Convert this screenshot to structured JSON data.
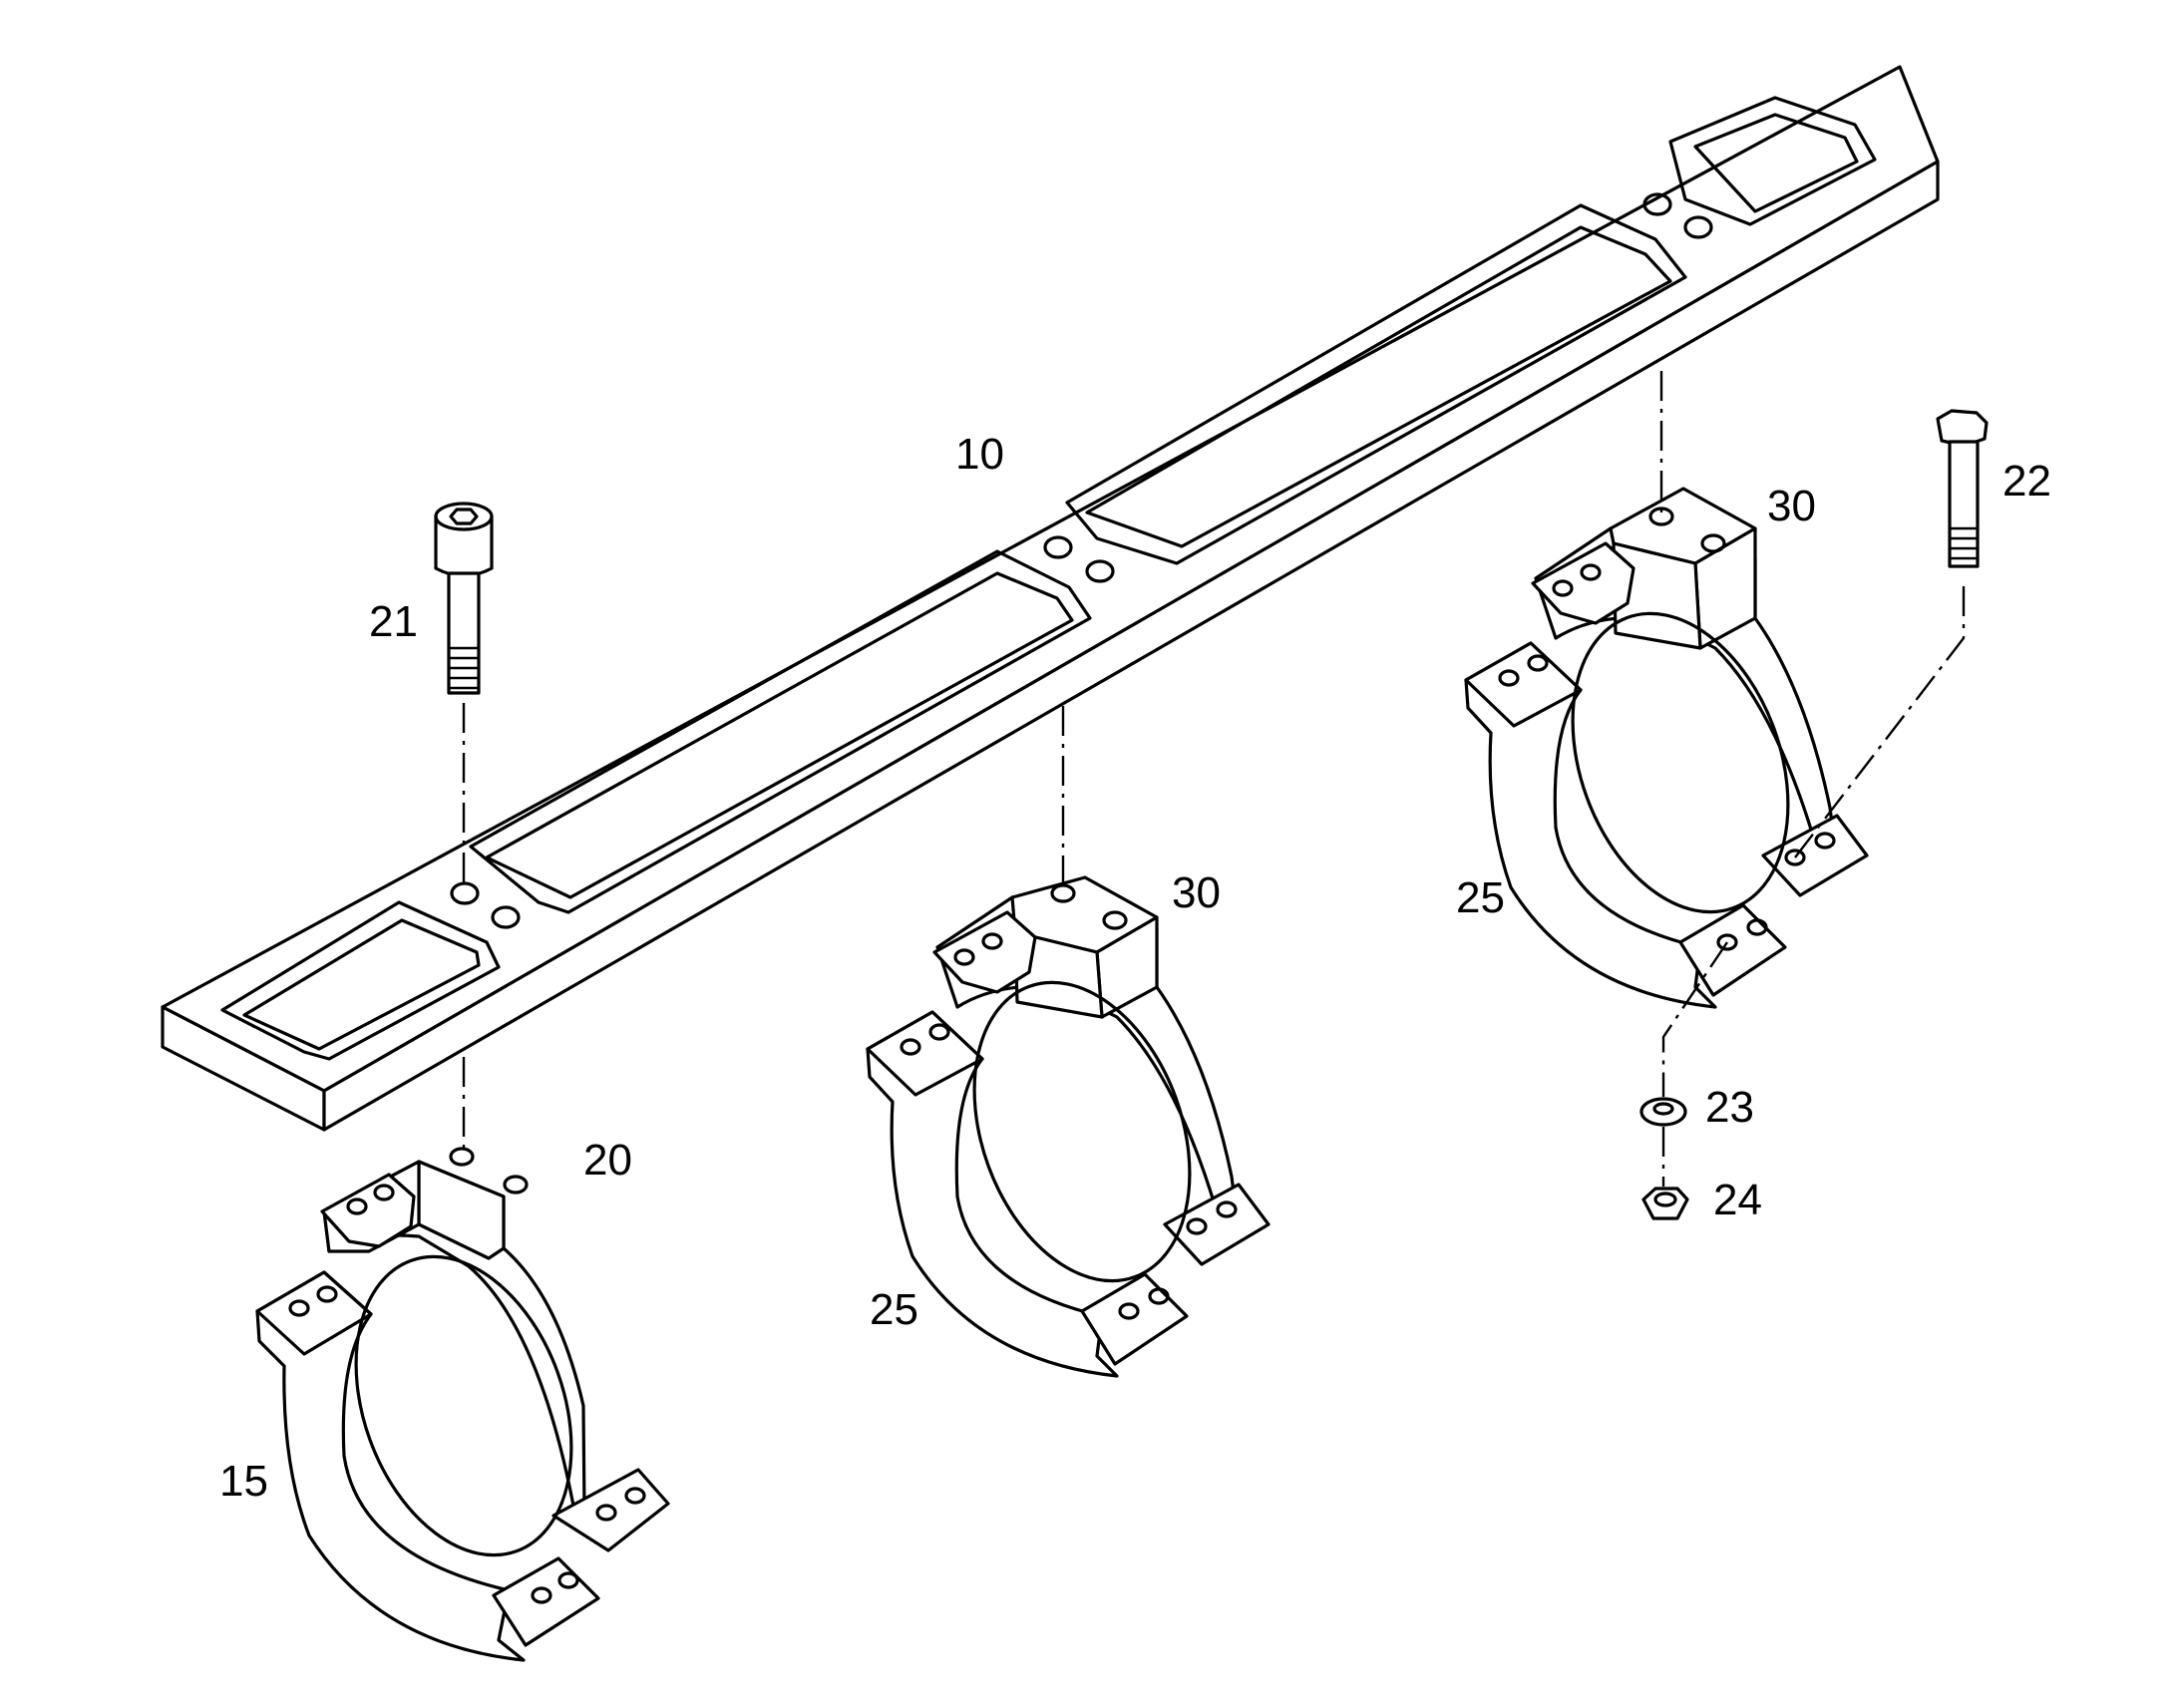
{
  "callouts": {
    "c10": "10",
    "c15": "15",
    "c20": "20",
    "c21": "21",
    "c22": "22",
    "c23": "23",
    "c24": "24",
    "c25a": "25",
    "c25b": "25",
    "c30a": "30",
    "c30b": "30"
  }
}
